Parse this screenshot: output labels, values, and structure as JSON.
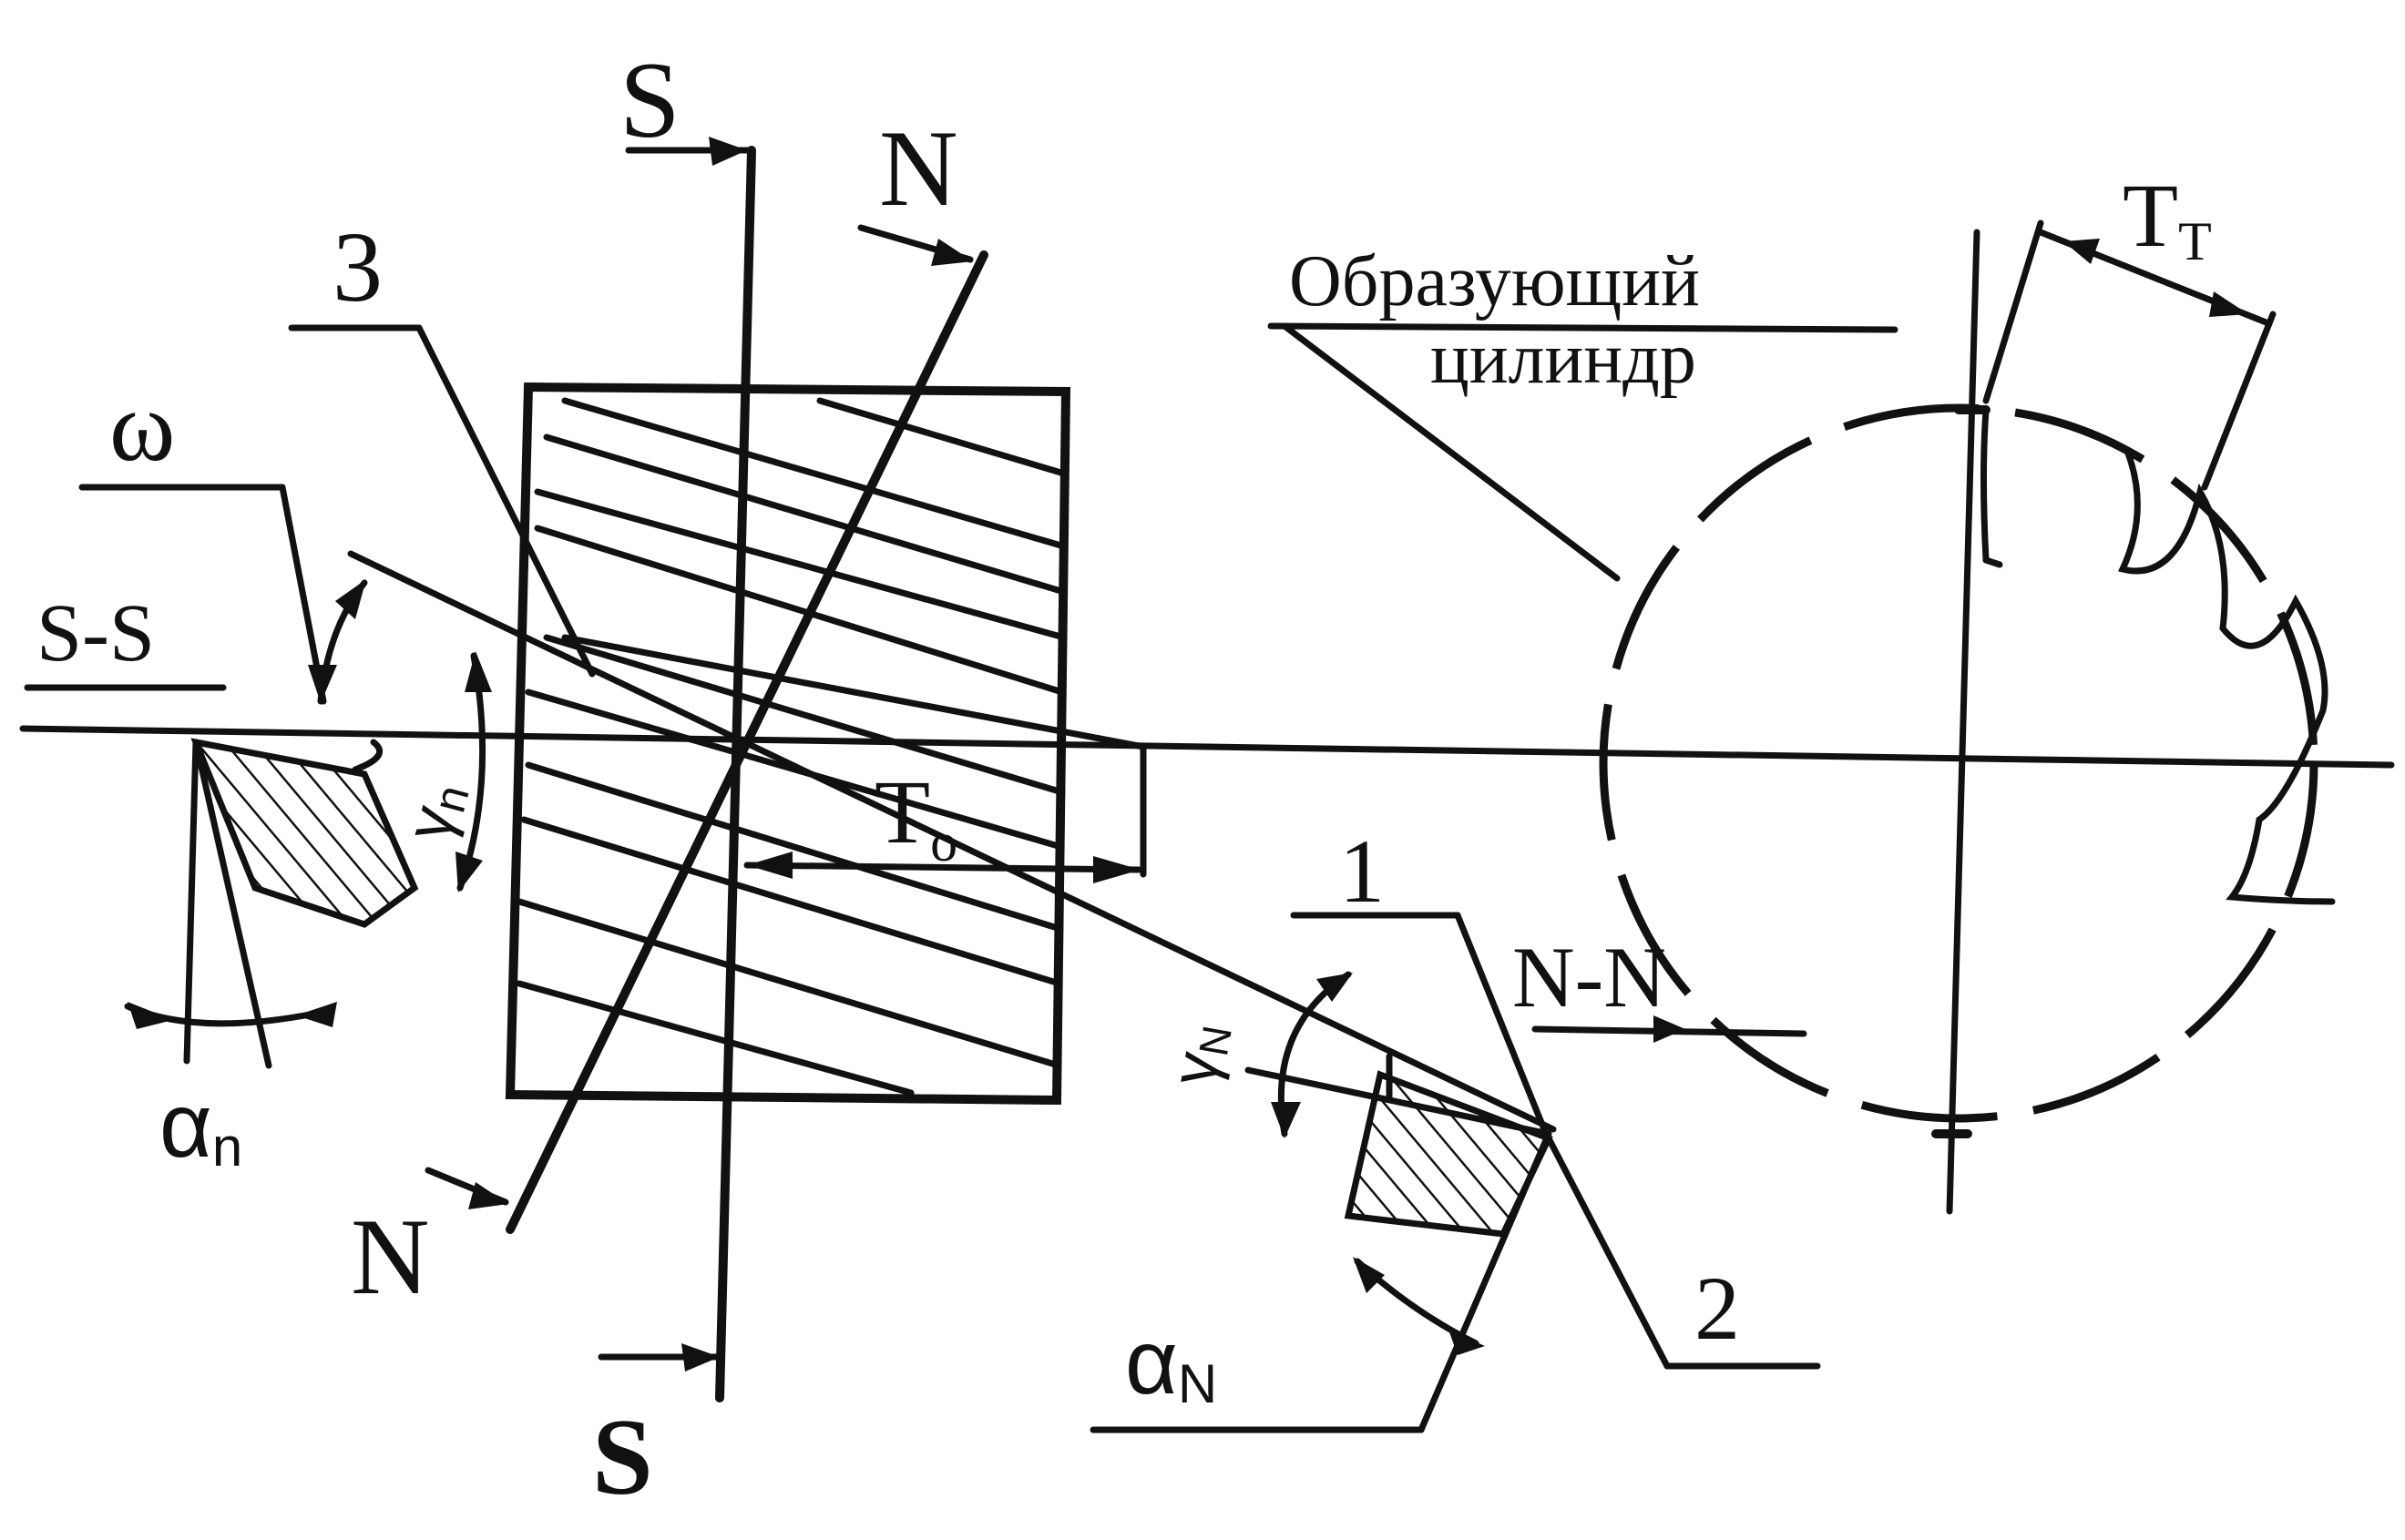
{
  "labels": {
    "s_top": "S",
    "s_bottom": "S",
    "n_top": "N",
    "n_bottom": "N",
    "section_ss": "S-S",
    "section_nn": "N-N",
    "omega": "ω",
    "num_3": "3",
    "num_1": "1",
    "num_2": "2",
    "t_o": "T",
    "t_o_sub": "o",
    "t_t": "T",
    "t_t_sub": "T",
    "cylinder_line1": "Образующий",
    "cylinder_line2": "цилиндр",
    "alpha_n": "α",
    "alpha_n_sub": "n",
    "alpha_N": "α",
    "alpha_N_sub": "N",
    "gamma_n": "γ",
    "gamma_n_sub": "n",
    "gamma_N": "γ",
    "gamma_N_sub": "N"
  }
}
